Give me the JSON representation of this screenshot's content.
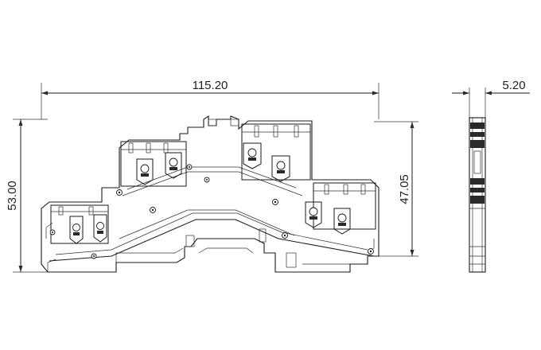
{
  "dimensions": {
    "width_overall": "115.20",
    "height_overall": "53.00",
    "height_inner": "47.05",
    "thickness": "5.20"
  },
  "colors": {
    "line": "#1a1a1a",
    "background": "#ffffff"
  }
}
